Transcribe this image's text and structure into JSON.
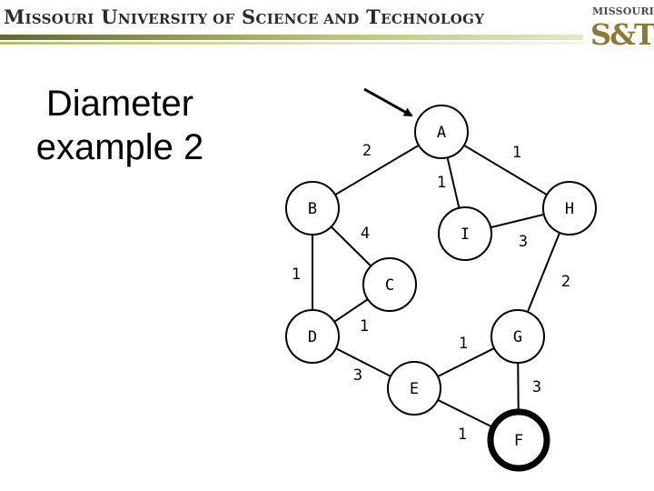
{
  "header": {
    "title_parts": [
      {
        "big": "M",
        "small": "ISSOURI"
      },
      {
        "big": " U",
        "small": "NIVERSITY OF"
      },
      {
        "big": " S",
        "small": "CIENCE AND"
      },
      {
        "big": " T",
        "small": "ECHNOLOGY"
      }
    ],
    "logo_word": "MISSOURI",
    "logo_mark": "S&T"
  },
  "slide": {
    "title_line1": "Diameter",
    "title_line2": "example 2"
  },
  "graph": {
    "nodes": [
      {
        "id": "A",
        "label": "A"
      },
      {
        "id": "B",
        "label": "B"
      },
      {
        "id": "H",
        "label": "H"
      },
      {
        "id": "I",
        "label": "I"
      },
      {
        "id": "C",
        "label": "C"
      },
      {
        "id": "D",
        "label": "D"
      },
      {
        "id": "G",
        "label": "G"
      },
      {
        "id": "E",
        "label": "E"
      },
      {
        "id": "F",
        "label": "F",
        "highlighted": true
      }
    ],
    "edges": [
      {
        "from": "A",
        "to": "B",
        "weight": "2"
      },
      {
        "from": "A",
        "to": "H",
        "weight": "1"
      },
      {
        "from": "A",
        "to": "I",
        "weight": "1"
      },
      {
        "from": "B",
        "to": "C",
        "weight": "4"
      },
      {
        "from": "B",
        "to": "D",
        "weight": "1"
      },
      {
        "from": "I",
        "to": "H",
        "weight": "3"
      },
      {
        "from": "H",
        "to": "G",
        "weight": "2"
      },
      {
        "from": "D",
        "to": "C",
        "weight": "1"
      },
      {
        "from": "D",
        "to": "E",
        "weight": "3"
      },
      {
        "from": "G",
        "to": "E",
        "weight": "1"
      },
      {
        "from": "G",
        "to": "F",
        "weight": "3"
      },
      {
        "from": "E",
        "to": "F",
        "weight": "1"
      }
    ],
    "start_arrow_target": "A"
  }
}
